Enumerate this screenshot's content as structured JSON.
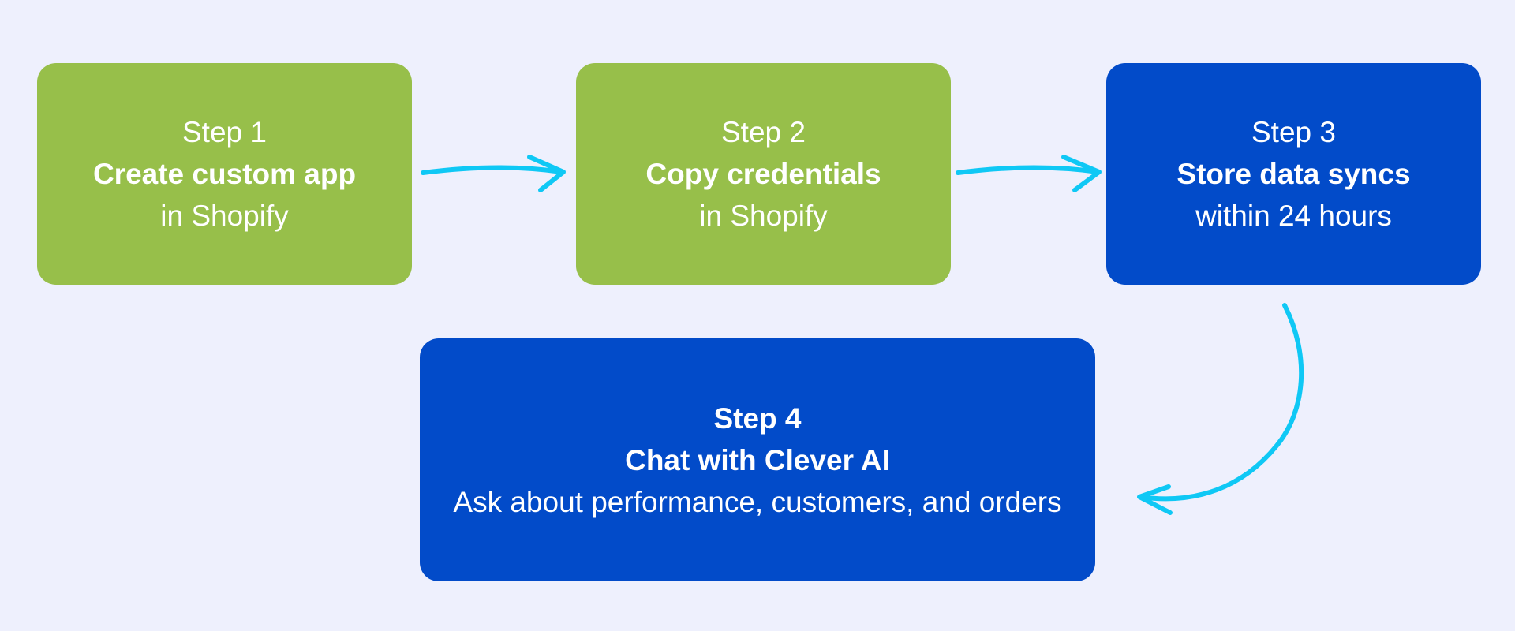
{
  "steps": [
    {
      "label": "Step 1",
      "title": "Create custom app",
      "detail": "in Shopify",
      "color": "#97bf4a"
    },
    {
      "label": "Step 2",
      "title": "Copy credentials",
      "detail": "in Shopify",
      "color": "#97bf4a"
    },
    {
      "label": "Step 3",
      "title": "Store data syncs",
      "detail": "within 24 hours",
      "color": "#024bc9"
    },
    {
      "label": "Step 4",
      "title": "Chat with Clever AI",
      "detail": "Ask about performance, customers, and orders",
      "color": "#024bc9"
    }
  ],
  "colors": {
    "background": "#eef0fd",
    "arrow": "#0fc8f5",
    "text": "#ffffff"
  }
}
